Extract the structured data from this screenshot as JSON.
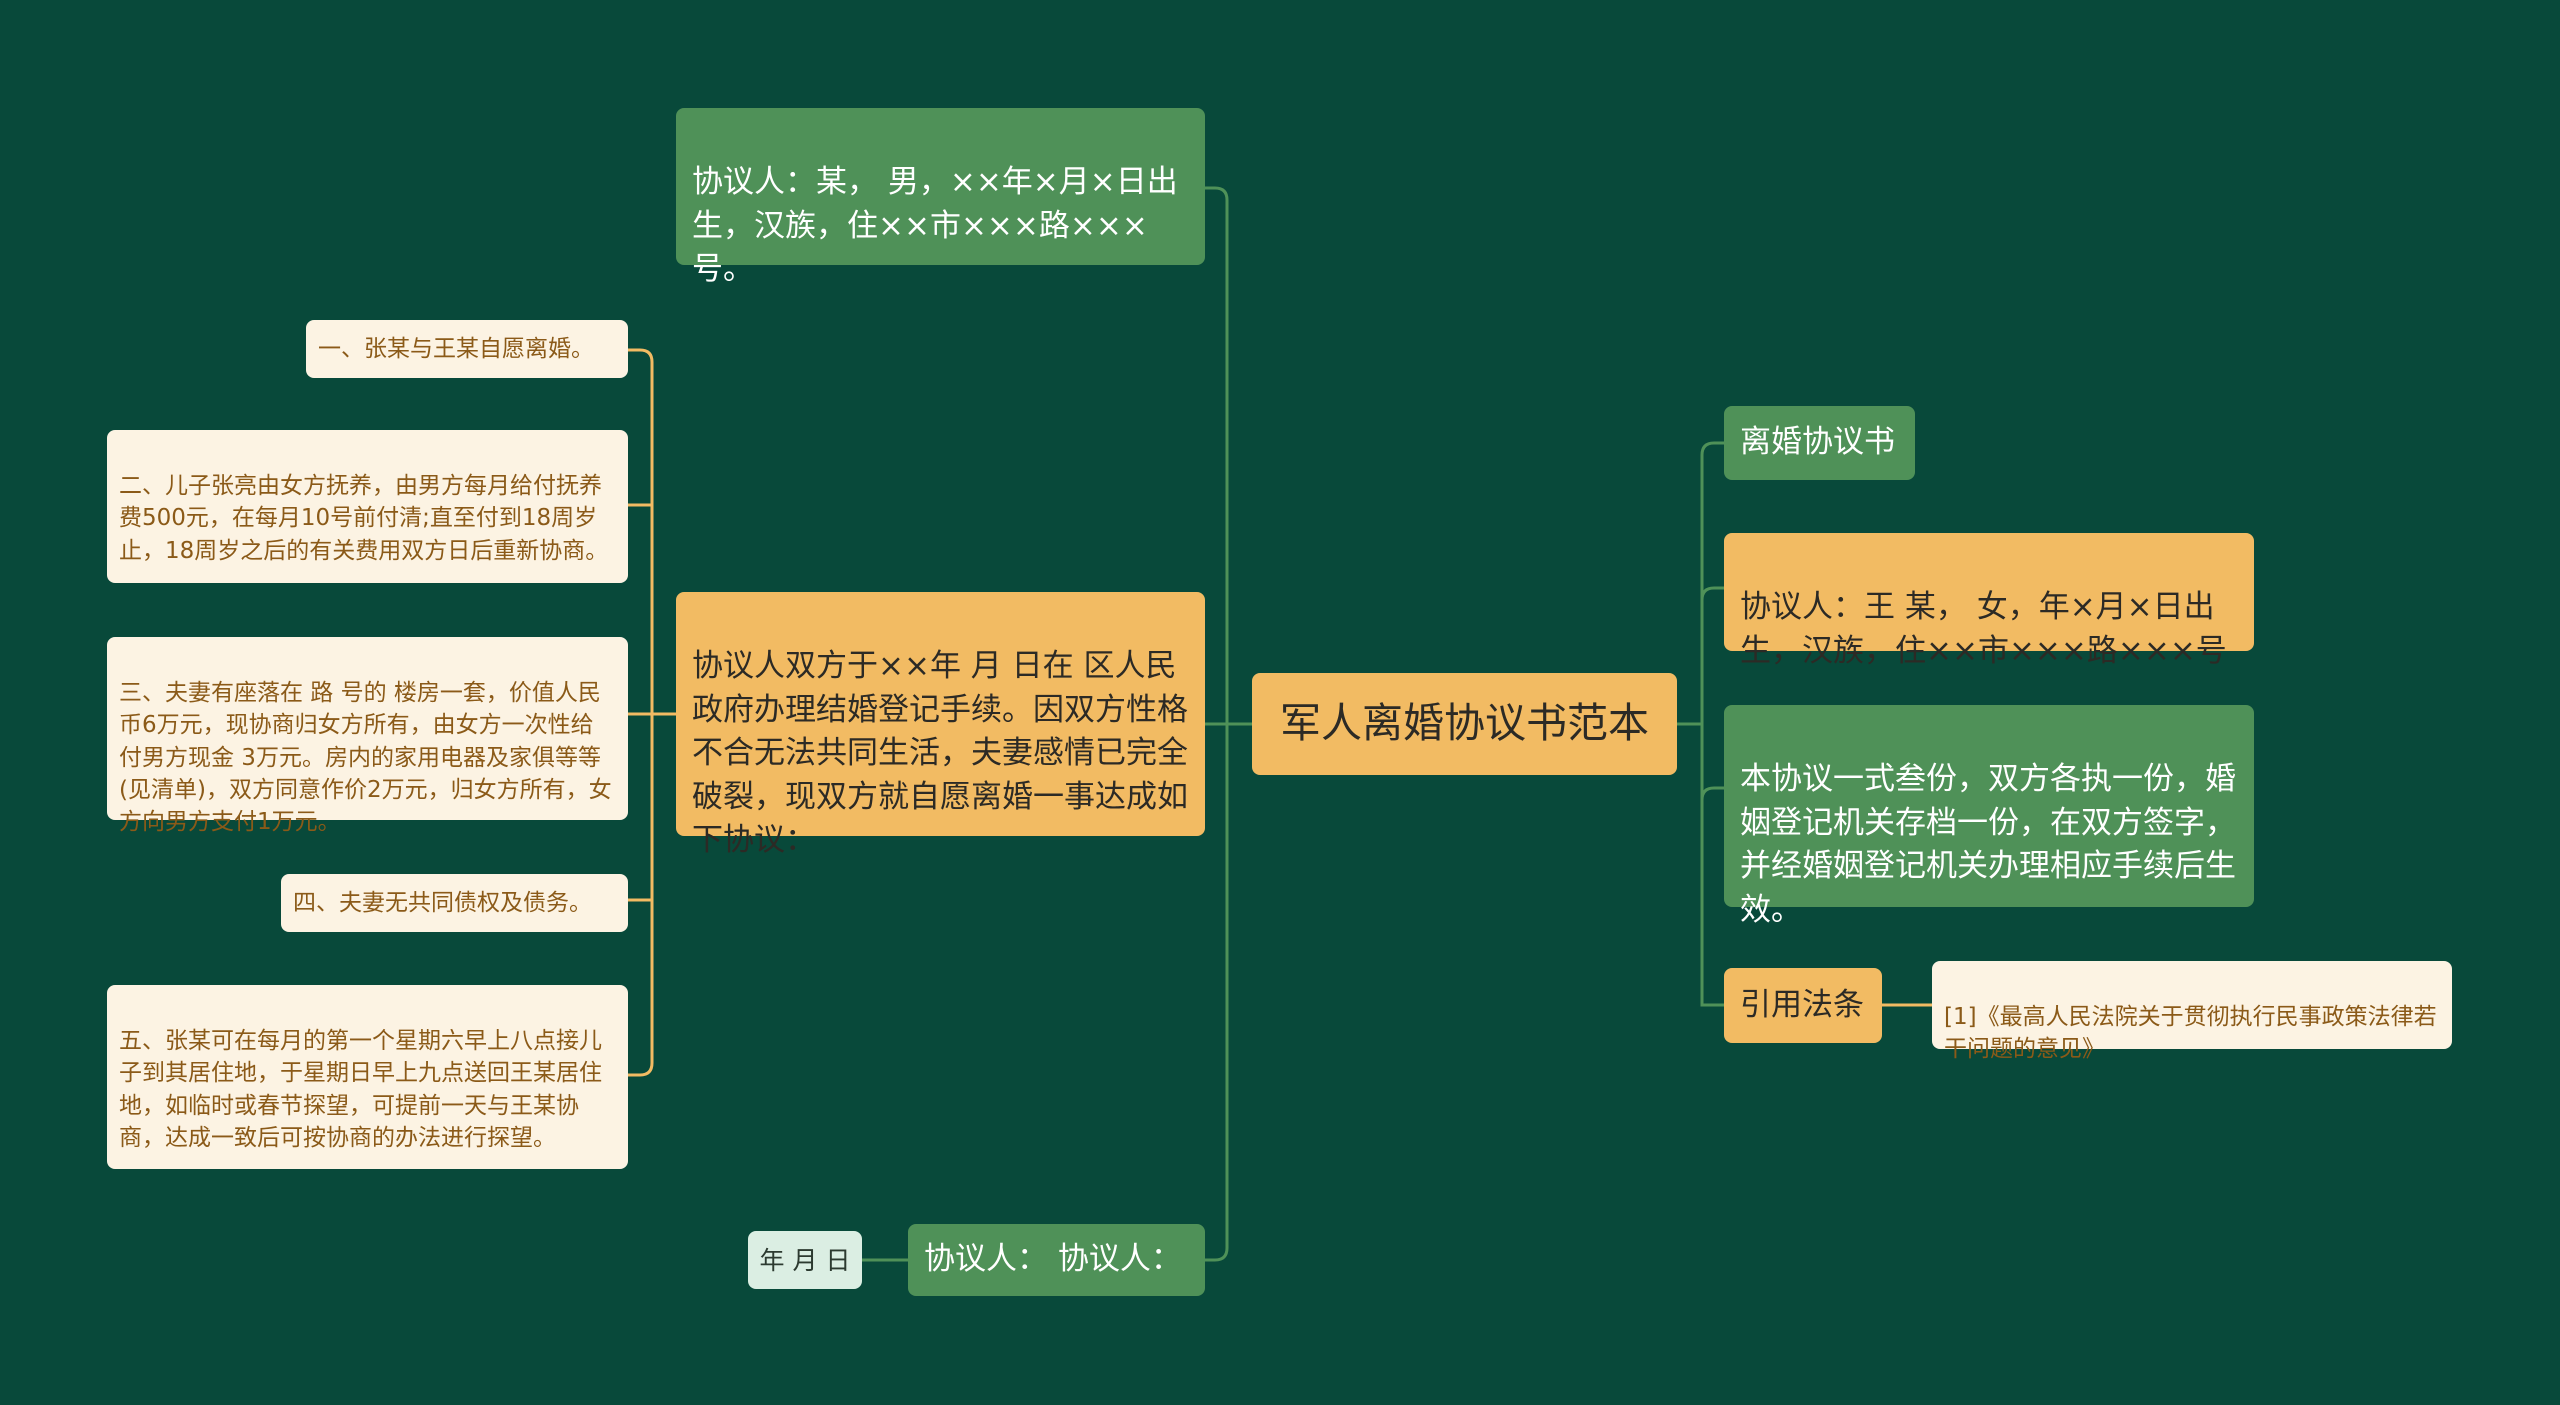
{
  "root": {
    "label": "军人离婚协议书范本"
  },
  "left": {
    "party_man": "协议人：某， 男，××年×月×日出生，汉族，住××市×××路×××号。",
    "intro": "协议人双方于××年 月 日在 区人民政府办理结婚登记手续。因双方性格不合无法共同生活，夫妻感情已完全破裂，现双方就自愿离婚一事达成如下协议：",
    "terms": [
      "一、张某与王某自愿离婚。",
      "二、儿子张亮由女方抚养，由男方每月给付抚养费500元，在每月10号前付清;直至付到18周岁止，18周岁之后的有关费用双方日后重新协商。",
      "三、夫妻有座落在 路 号的 楼房一套，价值人民币6万元，现协商归女方所有，由女方一次性给付男方现金 3万元。房内的家用电器及家俱等等(见清单)，双方同意作价2万元，归女方所有，女方向男方支付1万元。",
      "四、夫妻无共同债权及债务。",
      "五、张某可在每月的第一个星期六早上八点接儿子到其居住地，于星期日早上九点送回王某居住地，如临时或春节探望，可提前一天与王某协商，达成一致后可按协商的办法进行探望。"
    ],
    "signature": "协议人：  协议人：",
    "date": "年 月 日"
  },
  "right": {
    "title": "离婚协议书",
    "party_woman": "协议人：王 某， 女，年×月×日出生，汉族，住××市×××路×××号",
    "copies": "本协议一式叁份，双方各执一份，婚姻登记机关存档一份，在双方签字，并经婚姻登记机关办理相应手续后生效。",
    "citation_label": "引用法条",
    "citation": "[1]《最高人民法院关于贯彻执行民事政策法律若干问题的意见》"
  },
  "colors": {
    "background": "#08493a",
    "green_node": "#4f9158",
    "orange_node": "#f2bb63",
    "cream_node": "#fcf3e3",
    "connector_green": "#4f9158",
    "connector_orange": "#f2bb63"
  }
}
